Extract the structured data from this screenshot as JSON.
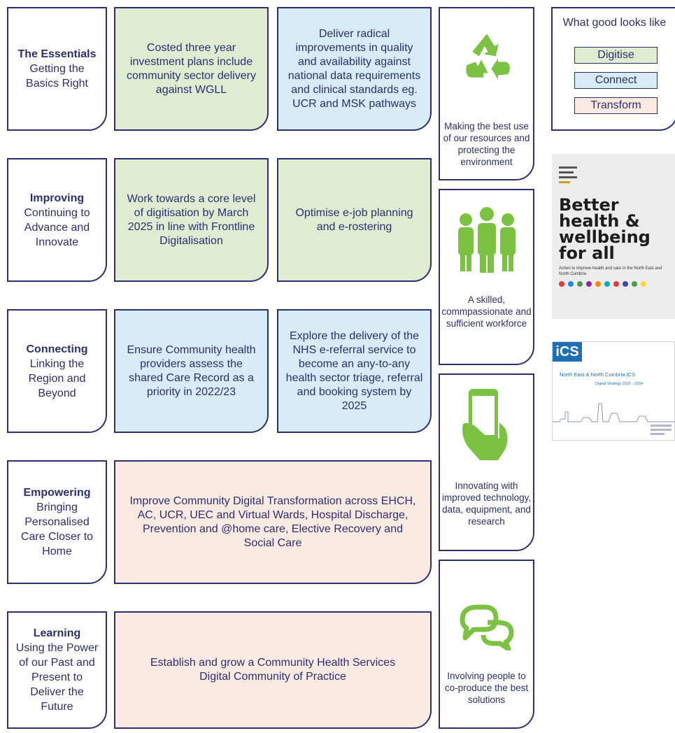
{
  "rows": [
    {
      "title": "The Essentials",
      "subtitle": "Getting the Basics Right",
      "actions": [
        "Costed three year investment plans include community sector delivery against WGLL",
        "Deliver radical improvements in quality and availability against national data requirements and clinical  standards eg. UCR and MSK pathways"
      ]
    },
    {
      "title": "Improving",
      "subtitle": "Continuing to Advance and Innovate",
      "actions": [
        "Work towards a core level of digitisation by March 2025 in line with Frontline Digitalisation",
        "Optimise e-job planning and e-rostering"
      ]
    },
    {
      "title": "Connecting",
      "subtitle": "Linking the Region and Beyond",
      "actions": [
        "Ensure Community health providers assess the shared Care Record as a priority in 2022/23",
        "Explore the delivery of the NHS e-referral service to become an any-to-any health sector triage, referral and booking system by 2025"
      ]
    },
    {
      "title": "Empowering",
      "subtitle": "Bringing Personalised Care Closer to Home",
      "actions": [
        "Improve Community Digital Transformation across EHCH, AC, UCR, UEC and Virtual Wards, Hospital Discharge, Prevention and @home care, Elective Recovery and Social Care"
      ]
    },
    {
      "title": "Learning",
      "subtitle": "Using the Power of our Past and Present to Deliver the Future",
      "actions": [
        "Establish and grow a Community Health Services Digital Community of Practice"
      ]
    }
  ],
  "themes": [
    {
      "icon": "recycle-icon",
      "caption": "Making the best use of our resources and protecting the environment"
    },
    {
      "icon": "people-icon",
      "caption": "A skilled, commpassionate and sufficient workforce"
    },
    {
      "icon": "smartphone-icon",
      "caption": "Innovating with improved technology, data, equipment, and research"
    },
    {
      "icon": "speech-bubbles-icon",
      "caption": "Involving people to co-produce the best solutions"
    }
  ],
  "legend": {
    "title": "What good looks like",
    "items": [
      {
        "label": "Digitise",
        "color": "#dfecd2"
      },
      {
        "label": "Connect",
        "color": "#d8ebf8"
      },
      {
        "label": "Transform",
        "color": "#faeae2"
      }
    ]
  },
  "documents": {
    "report": {
      "title": "Better health & wellbeing for all",
      "subtitle": "Action to improve health and care in the North East and North Cumbria"
    },
    "strategy": {
      "logo": "iCS",
      "title": "North East & North Cumbria ICS",
      "subtitle": "Digital Strategy 2020 - 2024"
    }
  },
  "colors": {
    "navy": "#2b2f6e",
    "green_icon": "#7cc242",
    "digitise": "#dfecd2",
    "connect": "#d8ebf8",
    "transform": "#faeae2"
  }
}
